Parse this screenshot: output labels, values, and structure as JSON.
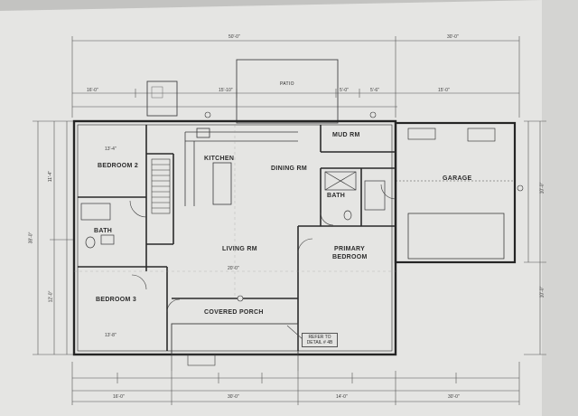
{
  "colors": {
    "paper": "#e6e6e4",
    "paper_shadow": "#bdbdbb",
    "line": "#3c3c3c",
    "wall": "#2a2a2a",
    "faint": "#8a8a8a"
  },
  "rooms": {
    "bedroom2": "BEDROOM 2",
    "kitchen": "KITCHEN",
    "dining": "DINING RM",
    "mud": "MUD RM",
    "bath_left": "BATH",
    "bath_right": "BATH",
    "living": "LIVING RM",
    "primary": "PRIMARY",
    "primary2": "BEDROOM",
    "bedroom3": "BEDROOM 3",
    "covered_porch": "COVERED PORCH",
    "garage": "GARAGE",
    "patio": "PATIO"
  },
  "callouts": {
    "refer_line1": "REFER TO",
    "refer_line2": "DETAIL # 4B"
  },
  "dimensions": {
    "top_overall": "50'-0\"",
    "top_right": "30'-0\"",
    "top_left_a": "16'-0\"",
    "top_mid": "15'-10\"",
    "top_right_a": "5'-0\"",
    "top_right_b": "5'-6\"",
    "top_right_c": "15'-0\"",
    "left_overall": "38'-0\"",
    "left_a": "11'-4\"",
    "left_b": "12'-0\"",
    "right_a": "10'-0\"",
    "right_b": "10'-0\"",
    "bottom_overall": "30'-0\"",
    "bottom_left": "16'-0\"",
    "bottom_mid": "14'-0\"",
    "bottom_right": "30'-0\"",
    "living_width": "20'-0\"",
    "bed2_w": "13'-4\"",
    "bed3_w": "13'-8\""
  }
}
